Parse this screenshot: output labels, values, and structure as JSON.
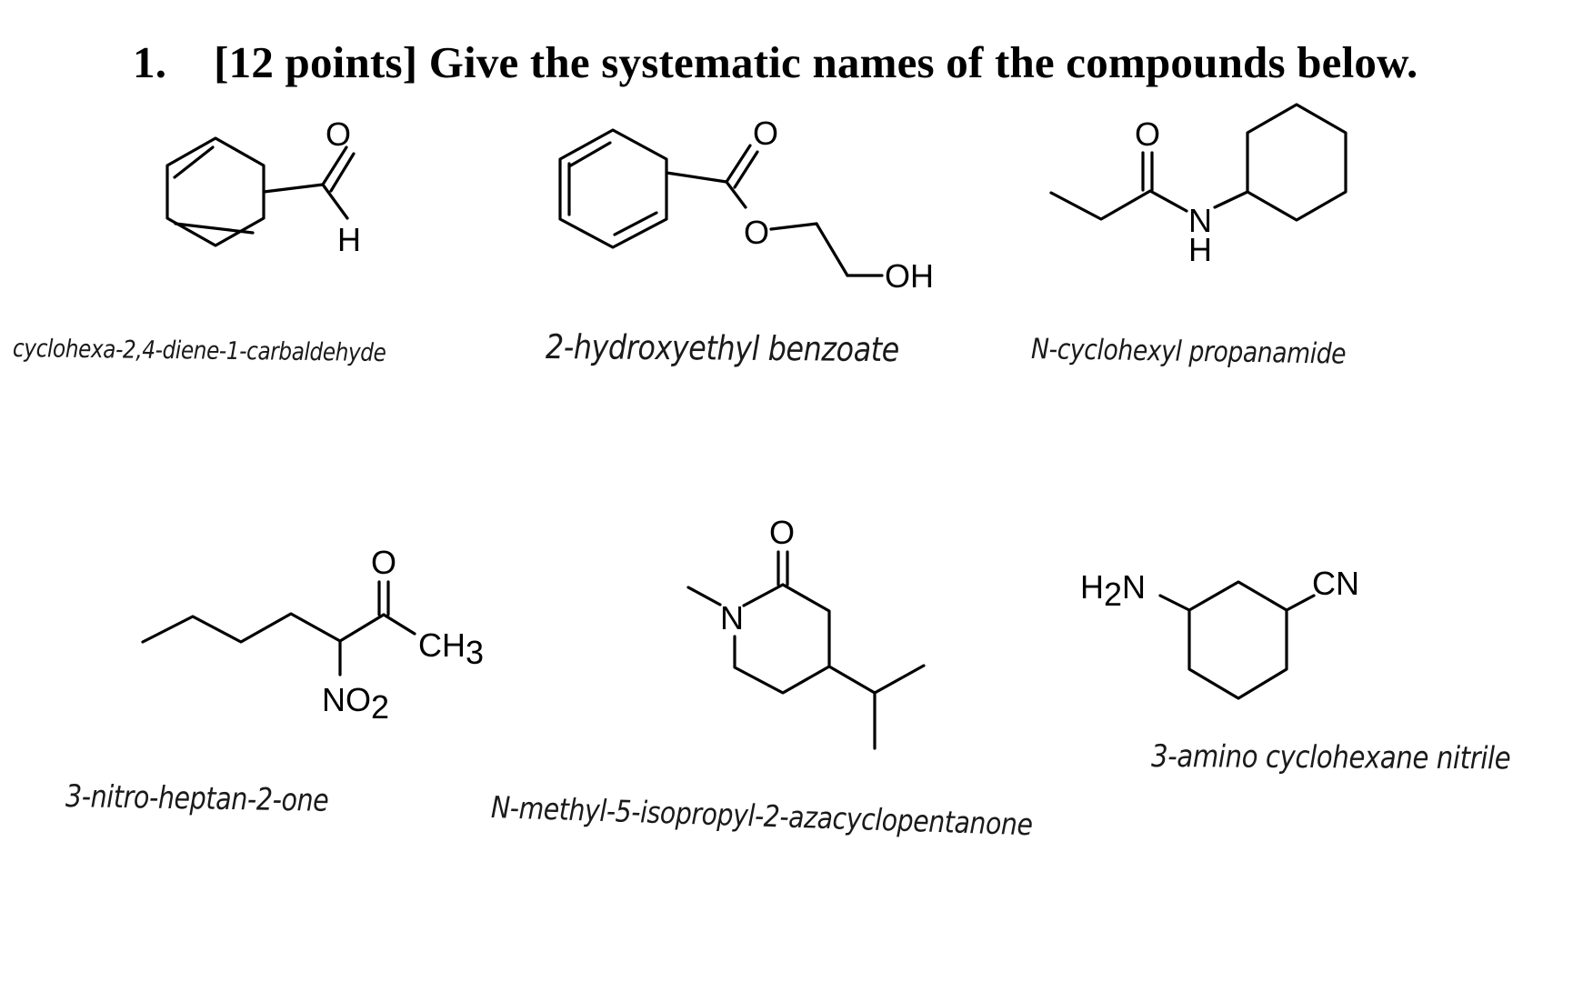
{
  "question": {
    "number": "1.",
    "text": "[12 points] Give the systematic names of the compounds below."
  },
  "structures": [
    {
      "atom_labels": [
        "O",
        "H"
      ]
    },
    {
      "atom_labels": [
        "O",
        "O",
        "OH"
      ]
    },
    {
      "atom_labels": [
        "O",
        "N",
        "H"
      ]
    },
    {
      "atom_labels": [
        "O",
        "CH",
        "3",
        "NO",
        "2"
      ]
    },
    {
      "atom_labels": [
        "O",
        "N"
      ]
    },
    {
      "atom_labels": [
        "H",
        "2",
        "N",
        "CN"
      ]
    }
  ],
  "answers": [
    "cyclohexa-2,4-diene-1-carbaldehyde",
    "2-hydroxyethyl benzoate",
    "N-cyclohexyl propanamide",
    "3-nitro-heptan-2-one",
    "N-methyl-5-isopropyl-2-azacyclopentanone",
    "3-amino cyclohexane nitrile"
  ]
}
